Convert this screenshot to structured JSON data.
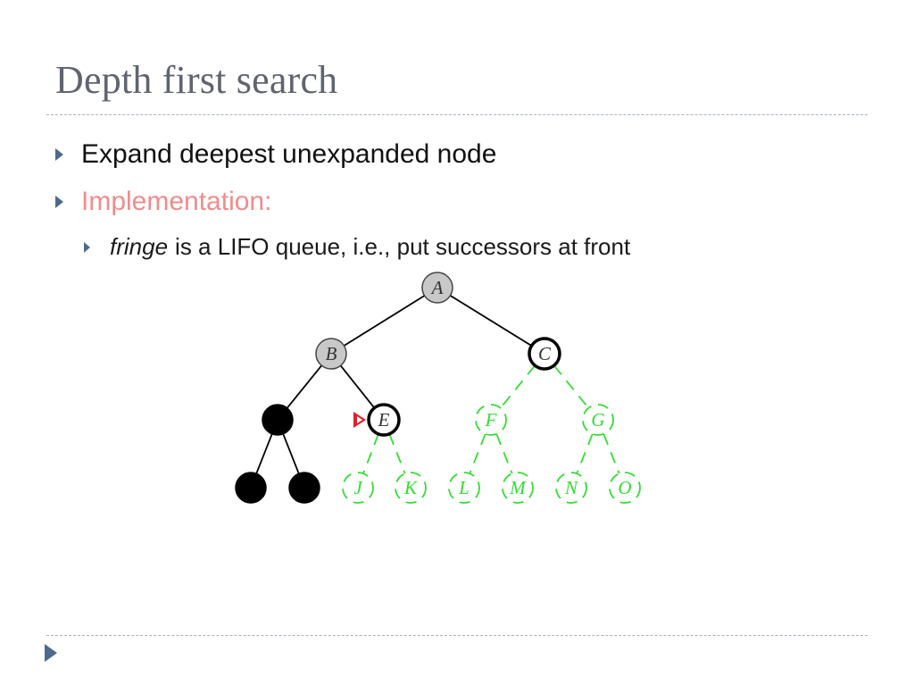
{
  "slide": {
    "title": "Depth first search",
    "bullets": [
      {
        "text": "Expand deepest unexpanded node"
      },
      {
        "text": "Implementation:"
      }
    ],
    "sub_bullet": {
      "em": "fringe",
      "rest": "is a LIFO queue, i.e., put successors at front"
    }
  },
  "tree": {
    "colors": {
      "expanded": "#c8c8c8",
      "fringe": "#ffffff",
      "removed": "#000000",
      "unexplored": "#33dd33",
      "pointer": "#e0202a"
    },
    "nodes": [
      {
        "id": "A",
        "label": "A",
        "state": "expanded"
      },
      {
        "id": "B",
        "label": "B",
        "state": "expanded"
      },
      {
        "id": "C",
        "label": "C",
        "state": "fringe"
      },
      {
        "id": "D",
        "label": "",
        "state": "removed"
      },
      {
        "id": "E",
        "label": "E",
        "state": "current"
      },
      {
        "id": "F",
        "label": "F",
        "state": "unexplored"
      },
      {
        "id": "G",
        "label": "G",
        "state": "unexplored"
      },
      {
        "id": "H",
        "label": "",
        "state": "removed"
      },
      {
        "id": "I",
        "label": "",
        "state": "removed"
      },
      {
        "id": "J",
        "label": "J",
        "state": "unexplored"
      },
      {
        "id": "K",
        "label": "K",
        "state": "unexplored"
      },
      {
        "id": "L",
        "label": "L",
        "state": "unexplored"
      },
      {
        "id": "M",
        "label": "M",
        "state": "unexplored"
      },
      {
        "id": "N",
        "label": "N",
        "state": "unexplored"
      },
      {
        "id": "O",
        "label": "O",
        "state": "unexplored"
      }
    ],
    "edges": [
      {
        "from": "A",
        "to": "B",
        "style": "solid"
      },
      {
        "from": "A",
        "to": "C",
        "style": "solid"
      },
      {
        "from": "B",
        "to": "D",
        "style": "solid"
      },
      {
        "from": "B",
        "to": "E",
        "style": "solid"
      },
      {
        "from": "D",
        "to": "H",
        "style": "solid"
      },
      {
        "from": "D",
        "to": "I",
        "style": "solid"
      },
      {
        "from": "C",
        "to": "F",
        "style": "dashed"
      },
      {
        "from": "C",
        "to": "G",
        "style": "dashed"
      },
      {
        "from": "E",
        "to": "J",
        "style": "dashed"
      },
      {
        "from": "E",
        "to": "K",
        "style": "dashed"
      },
      {
        "from": "F",
        "to": "L",
        "style": "dashed"
      },
      {
        "from": "F",
        "to": "M",
        "style": "dashed"
      },
      {
        "from": "G",
        "to": "N",
        "style": "dashed"
      },
      {
        "from": "G",
        "to": "O",
        "style": "dashed"
      }
    ]
  }
}
